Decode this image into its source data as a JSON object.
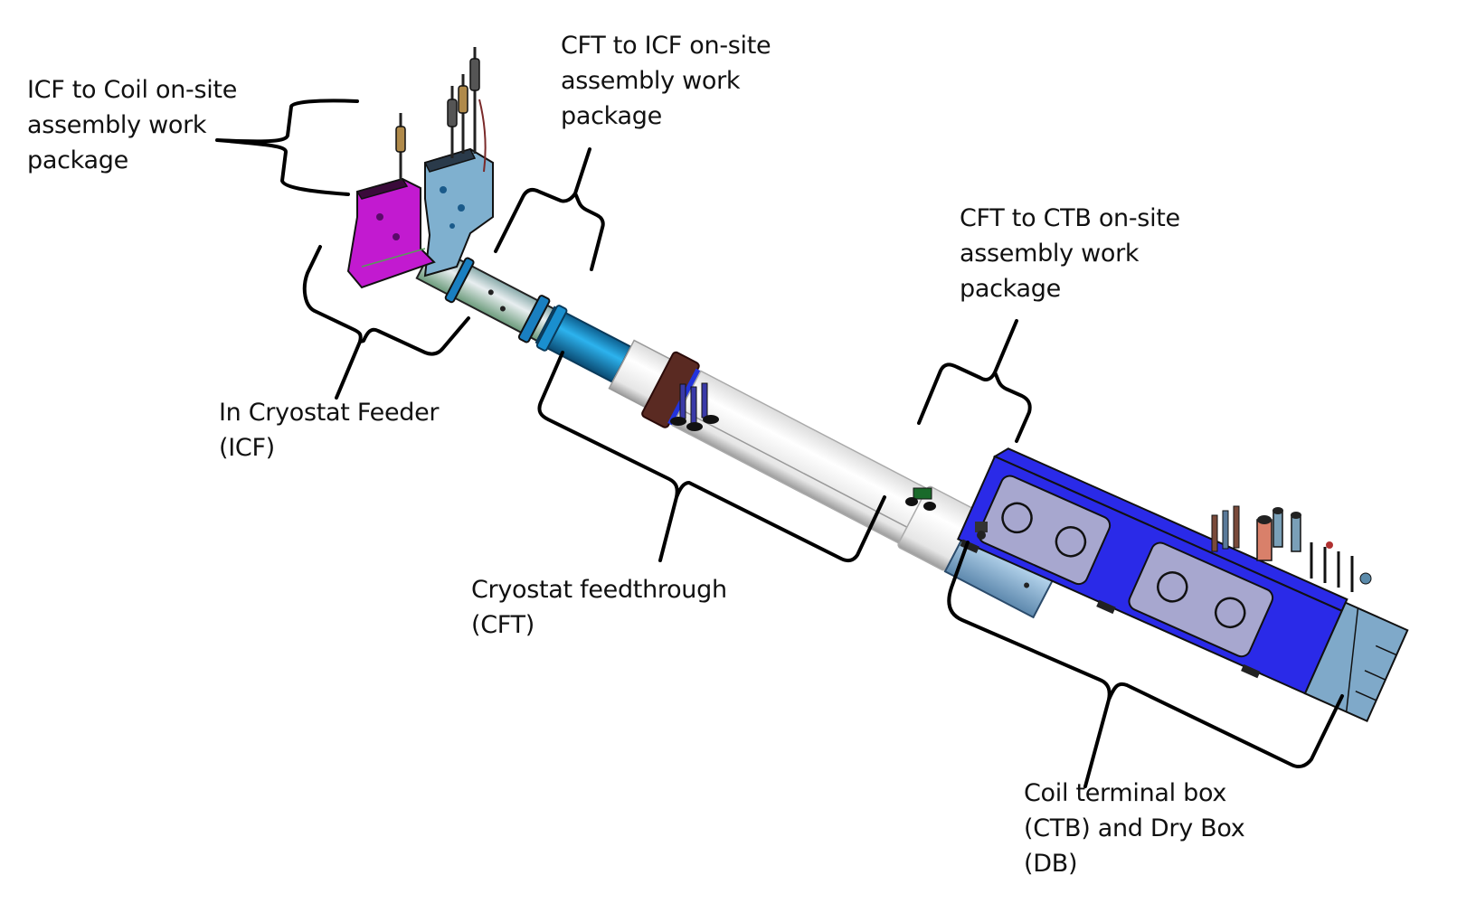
{
  "diagram": {
    "title": "",
    "colors": {
      "icf_magenta": "#c21ad0",
      "icf_blue": "#7fb0cf",
      "cft_teal": "#1a8fcf",
      "cft_white": "#f2f2f2",
      "ring_brown": "#5a2a22",
      "cft_lightblue": "#8fbde0",
      "ctb_blue": "#2a2ae8",
      "ctb_panel": "#a7a7cf",
      "db_box": "#7fa9c9",
      "brace": "#000000"
    },
    "labels": {
      "icf_to_coil": [
        "ICF to Coil on-site",
        "assembly work",
        "package"
      ],
      "cft_to_icf": [
        "CFT to ICF on-site",
        "assembly work",
        "package"
      ],
      "cft_to_ctb": [
        "CFT to CTB on-site",
        "assembly work",
        "package"
      ],
      "icf": [
        "In Cryostat Feeder",
        "(ICF)"
      ],
      "cft": [
        "Cryostat feedthrough",
        "(CFT)"
      ],
      "ctb_db": [
        "Coil terminal box",
        "(CTB) and Dry Box",
        "(DB)"
      ]
    },
    "components": [
      {
        "id": "icf",
        "name": "In Cryostat Feeder",
        "abbr": "ICF"
      },
      {
        "id": "cft",
        "name": "Cryostat feedthrough",
        "abbr": "CFT"
      },
      {
        "id": "ctb",
        "name": "Coil terminal box",
        "abbr": "CTB"
      },
      {
        "id": "db",
        "name": "Dry Box",
        "abbr": "DB"
      }
    ],
    "work_packages": [
      {
        "from": "ICF",
        "to": "Coil",
        "type": "on-site assembly work package"
      },
      {
        "from": "CFT",
        "to": "ICF",
        "type": "on-site assembly work package"
      },
      {
        "from": "CFT",
        "to": "CTB",
        "type": "on-site assembly work package"
      }
    ]
  }
}
